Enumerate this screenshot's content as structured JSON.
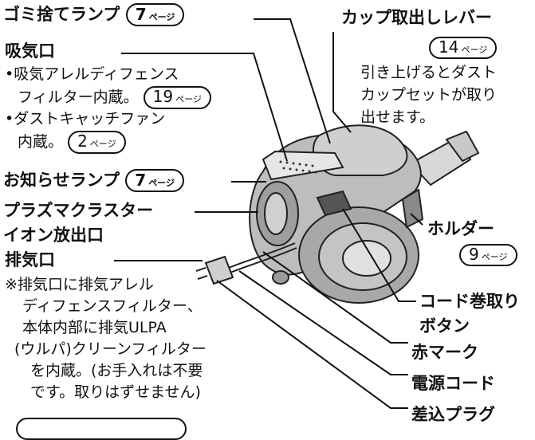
{
  "labels": {
    "gomi_lamp": "ゴミ捨てランプ",
    "gomi_lamp_page": "7",
    "intake": "吸気口",
    "intake_note1_line1": "吸気アレルディフェンス",
    "intake_note1_line2": "フィルター内蔵。",
    "intake_note1_page": "19",
    "intake_note2_line1": "ダストキャッチファン",
    "intake_note2_line2": "内蔵。",
    "intake_note2_page": "2",
    "notify_lamp": "お知らせランプ",
    "notify_lamp_page": "7",
    "plasma_line1": "プラズマクラスター",
    "plasma_line2": "イオン放出口",
    "exhaust": "排気口",
    "exhaust_note": [
      "※排気口に排気アレル",
      "ディフェンスフィルター、",
      "本体内部に排気ULPA",
      "(ウルパ)クリーンフィルター",
      "を内蔵。(お手入れは不要",
      "です。取りはずせません)"
    ],
    "cup_lever": "カップ取出しレバー",
    "cup_lever_page": "14",
    "cup_lever_note": [
      "引き上げるとダスト",
      "カップセットが取り",
      "出せます。"
    ],
    "holder": "ホルダー",
    "holder_page": "9",
    "cord_button_line1": "コード巻取り",
    "cord_button_line2": "ボタン",
    "red_mark": "赤マーク",
    "power_cord": "電源コード",
    "plug": "差込プラグ",
    "page_suffix": "ページ",
    "bullet": "•"
  }
}
